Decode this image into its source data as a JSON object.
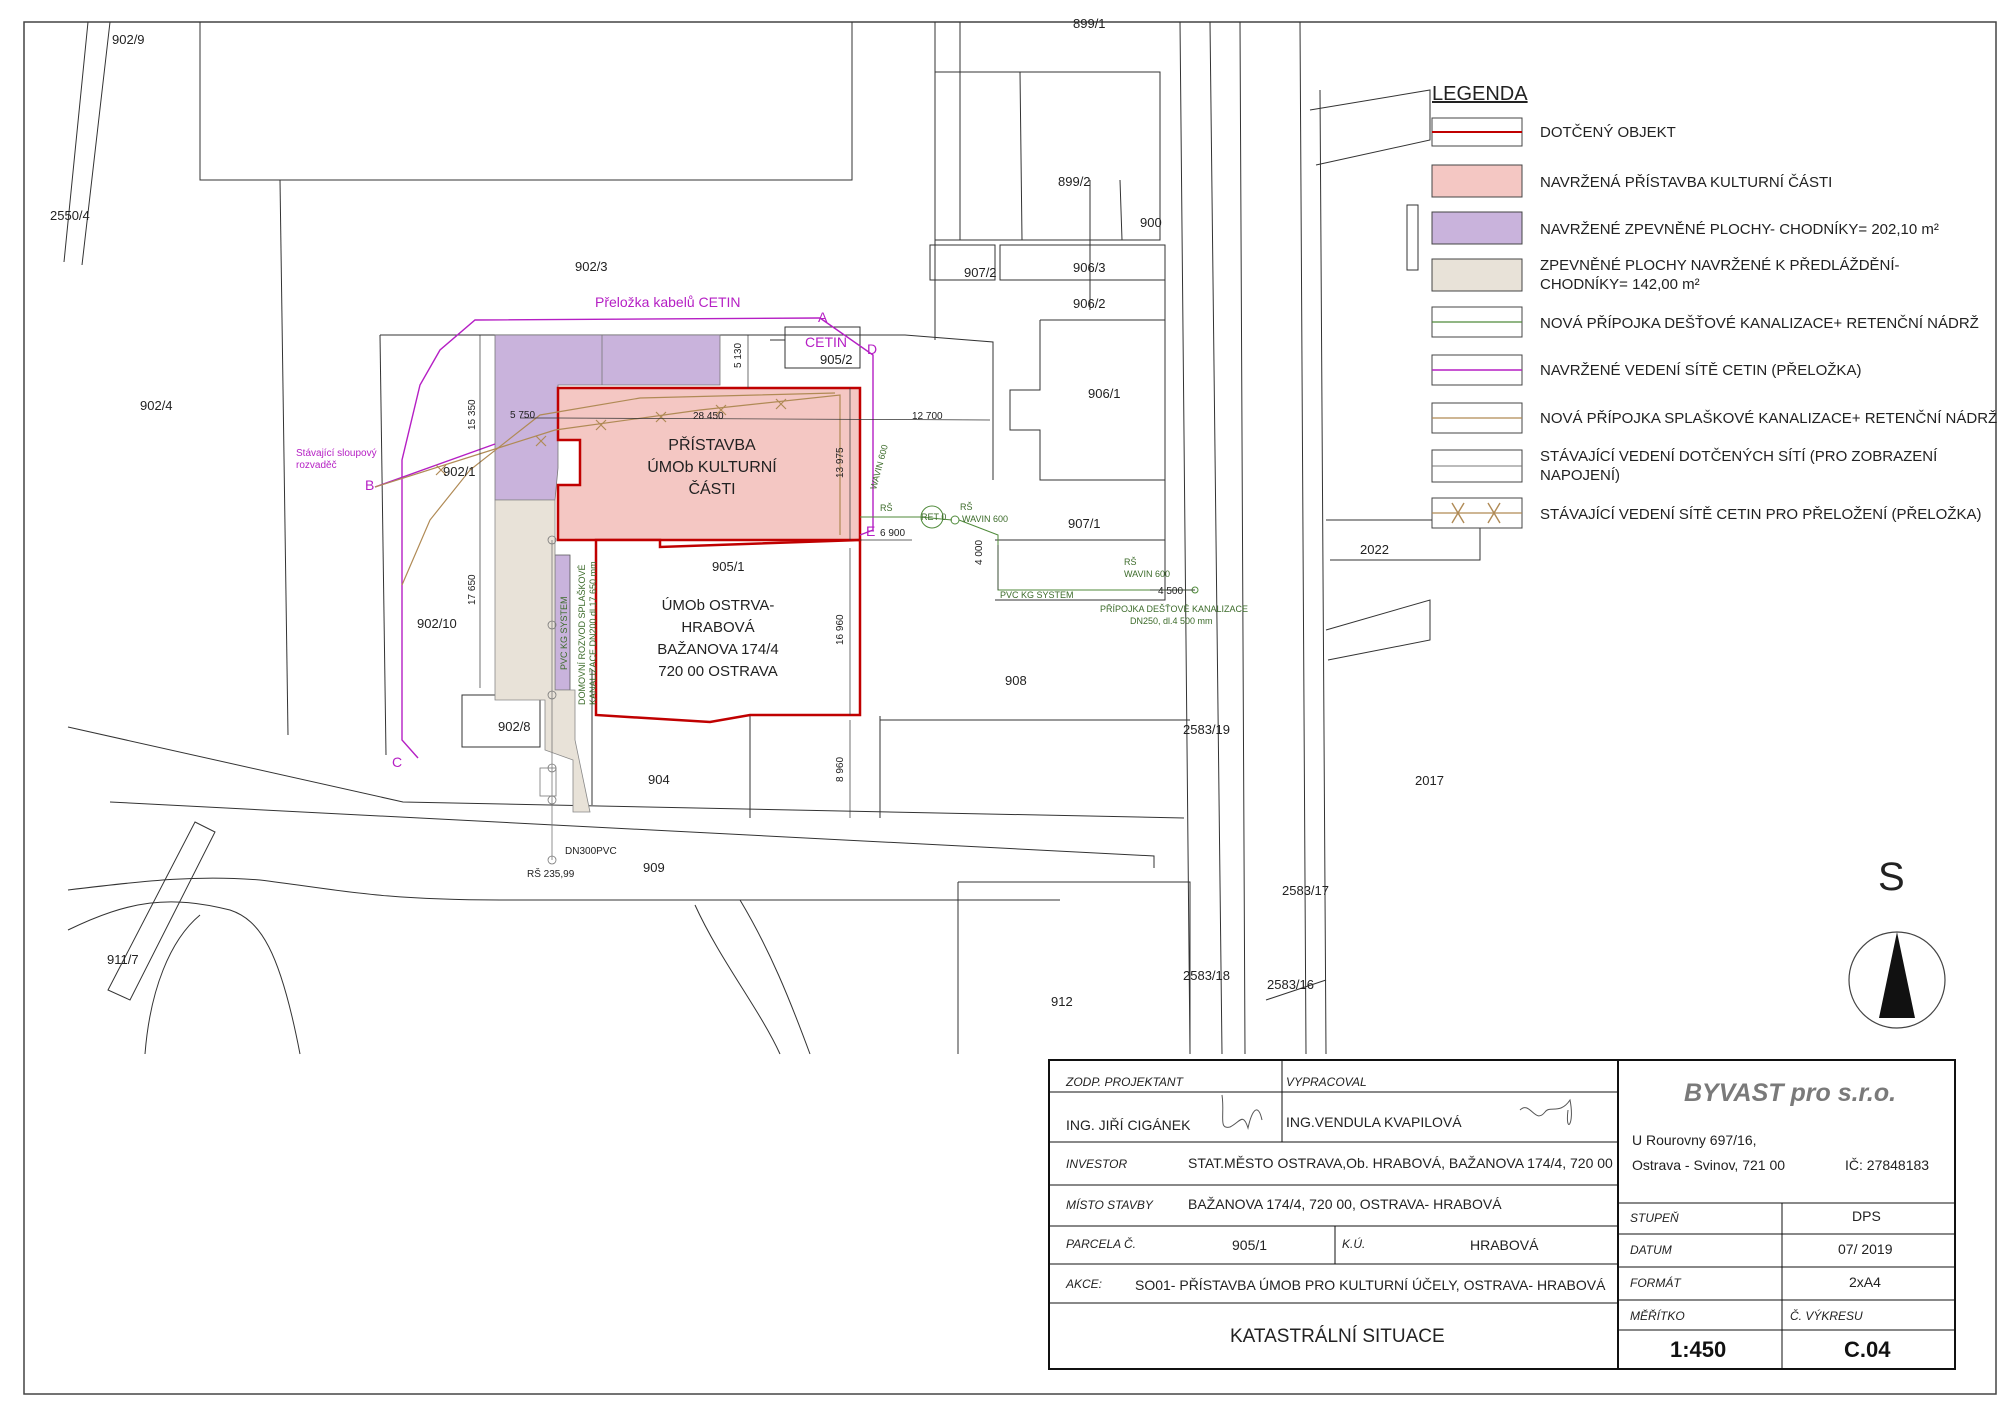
{
  "legend": {
    "title": "LEGENDA",
    "items": [
      {
        "key": "dotceny_objekt",
        "label": "DOTČENÝ OBJEKT"
      },
      {
        "key": "navrzena_pristavba",
        "label": "NAVRŽENÁ PŘÍSTAVBA KULTURNÍ ČÁSTI"
      },
      {
        "key": "zpevnene_plochy",
        "label": "NAVRŽENÉ ZPEVNĚNÉ PLOCHY- CHODNÍKY= 202,10 m²"
      },
      {
        "key": "predlazdeni_1",
        "label": "ZPEVNĚNÉ PLOCHY NAVRŽENÉ K PŘEDLÁŽDĚNÍ-"
      },
      {
        "key": "predlazdeni_2",
        "label": "CHODNÍKY= 142,00 m²"
      },
      {
        "key": "destova",
        "label": "NOVÁ PŘÍPOJKA DEŠŤOVÉ KANALIZACE+ RETENČNÍ NÁDRŽ"
      },
      {
        "key": "cetin",
        "label": "NAVRŽENÉ VEDENÍ SÍTĚ CETIN (PŘELOŽKA)"
      },
      {
        "key": "splaskova",
        "label": "NOVÁ PŘÍPOJKA SPLAŠKOVÉ KANALIZACE+ RETENČNÍ NÁDRŽ"
      },
      {
        "key": "stavajici_1",
        "label": "STÁVAJÍCÍ VEDENÍ DOTČENÝCH SÍTÍ (PRO ZOBRAZENÍ"
      },
      {
        "key": "stavajici_2",
        "label": "NAPOJENÍ)"
      },
      {
        "key": "cetin_prelozeni",
        "label": "STÁVAJÍCÍ VEDENÍ SÍTĚ CETIN PRO PŘELOŽENÍ (PŘELOŽKA)"
      }
    ],
    "colors": {
      "outline_red": "#c00000",
      "pink_fill": "#f4c7c3",
      "purple_fill": "#c9b3dc",
      "beige_fill": "#e8e2d8",
      "cetin_magenta": "#b51fc4",
      "sewer_brown": "#b08a55",
      "storm_green": "#4f8a3a"
    }
  },
  "parcels": [
    "902/9",
    "2550/4",
    "902/3",
    "902/4",
    "902/1",
    "902/10",
    "902/8",
    "904",
    "905/1",
    "905/2",
    "899/1",
    "899/2",
    "900",
    "907/2",
    "906/3",
    "906/2",
    "906/1",
    "907/1",
    "2022",
    "908",
    "2583/19",
    "2017",
    "909",
    "911/7",
    "912",
    "2583/17",
    "2583/18",
    "2583/16"
  ],
  "building": {
    "extension_lines": [
      "PŘÍSTAVBA",
      "ÚMOb KULTURNÍ",
      "ČÁSTI"
    ],
    "existing_lines": [
      "ÚMOb OSTRVA-",
      "HRABOVÁ",
      "BAŽANOVA 174/4",
      "720 00 OSTRAVA"
    ]
  },
  "annotations": {
    "cetin_reroute": "Přeložka kabelů CETIN",
    "cetin_box": "CETIN",
    "pole_1": "Stávající sloupový",
    "pole_2": "rozvaděč",
    "points": [
      "A",
      "B",
      "C",
      "D",
      "E"
    ],
    "dims": [
      "5 130",
      "15 350",
      "5 750",
      "28 450",
      "12 700",
      "13 975",
      "6 900",
      "17 650",
      "16 960",
      "8 960",
      "4 000",
      "4 500"
    ],
    "wavin_600": "WAVIN 600",
    "rs": "RŠ",
    "ret": "RET 0",
    "pvc_kg": "PVC KG SYSTEM",
    "pripojka_1": "PŘÍPOJKA DEŠŤOVÉ KANALIZACE",
    "pripojka_2": "DN250, dl.4 500 mm",
    "domovni_1": "DOMOVNÍ ROZVOD SPLAŠKOVÉ",
    "domovni_2": "KANALIZACE DN200 dl.17 650 mm",
    "dn300": "DN300PVC",
    "rs_level": "RŠ 235,99"
  },
  "north": {
    "label": "S"
  },
  "title_block": {
    "zodp_label": "ZODP. PROJEKTANT",
    "zodp_value": "ING. JIŘÍ CIGÁNEK",
    "vyprac_label": "VYPRACOVAL",
    "vyprac_value": "ING.VENDULA KVAPILOVÁ",
    "investor_label": "INVESTOR",
    "investor_value": "STAT.MĚSTO OSTRAVA,Ob. HRABOVÁ, BAŽANOVA 174/4, 720 00",
    "misto_label": "MÍSTO STAVBY",
    "misto_value": "BAŽANOVA 174/4, 720 00, OSTRAVA- HRABOVÁ",
    "parcela_label": "PARCELA Č.",
    "parcela_value": "905/1",
    "ku_label": "K.Ú.",
    "ku_value": "HRABOVÁ",
    "akce_label": "AKCE:",
    "akce_value": "SO01-   PŘÍSTAVBA ÚMOB PRO KULTURNÍ ÚČELY, OSTRAVA- HRABOVÁ",
    "title": "KATASTRÁLNÍ SITUACE",
    "company": "BYVAST pro s.r.o.",
    "address_1": "U Rourovny 697/16,",
    "address_2": "Ostrava - Svinov, 721 00",
    "ico": "IČ:  27848183",
    "stupen_label": "STUPEŇ",
    "stupen_value": "DPS",
    "datum_label": "DATUM",
    "datum_value": "07/ 2019",
    "format_label": "FORMÁT",
    "format_value": "2xA4",
    "meritko_label": "MĚŘÍTKO",
    "meritko_value": "1:450",
    "vykres_label": "Č. VÝKRESU",
    "vykres_value": "C.04"
  }
}
